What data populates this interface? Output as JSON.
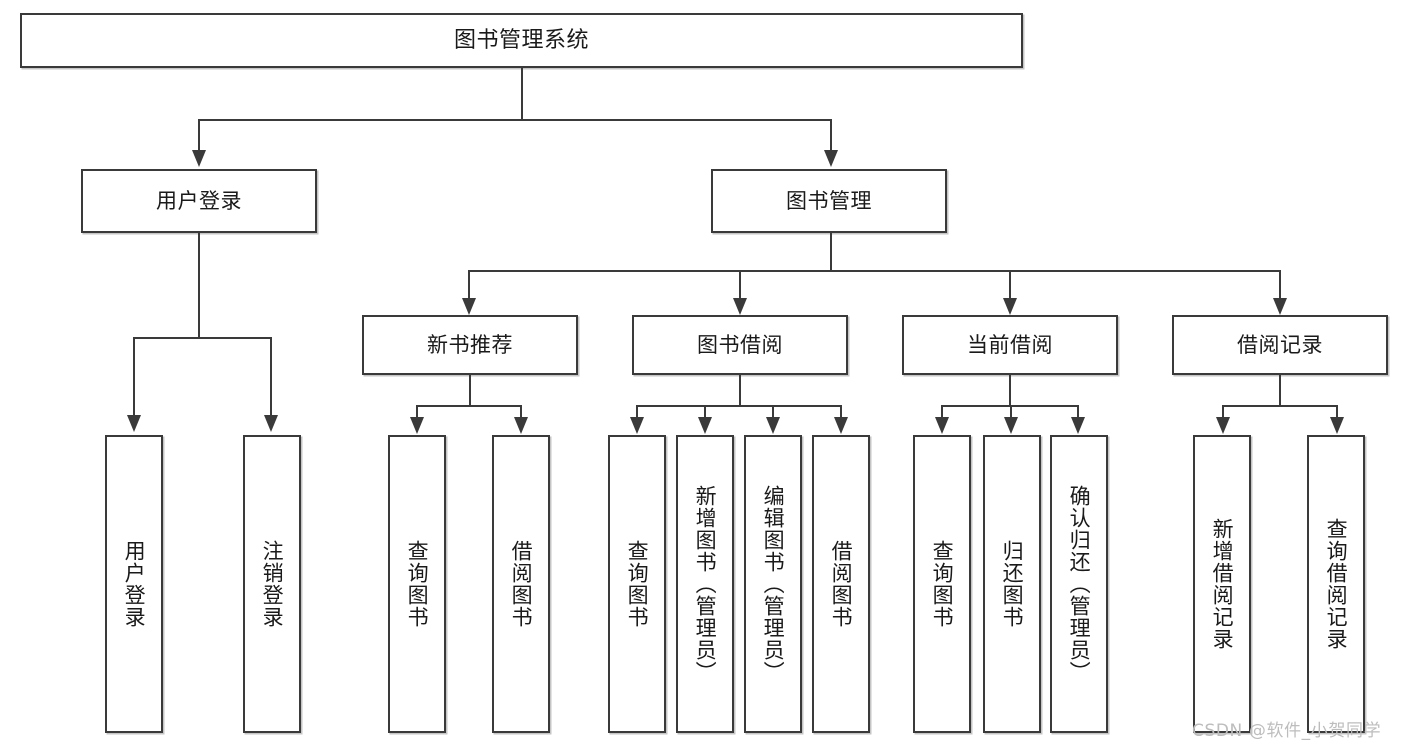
{
  "diagram": {
    "title": "图书管理系统",
    "type": "functional-structure-tree",
    "watermark": "CSDN @软件_小贺同学",
    "colors": {
      "box_border": "#3a3a3a",
      "box_fill": "#ffffff",
      "connector": "#3a3a3a",
      "text": "#1a1a1a",
      "watermark": "#bdbdbd",
      "background": "#ffffff"
    },
    "root": {
      "label": "图书管理系统"
    },
    "level2": [
      {
        "label": "用户登录"
      },
      {
        "label": "图书管理"
      }
    ],
    "level3": [
      {
        "label": "新书推荐"
      },
      {
        "label": "图书借阅"
      },
      {
        "label": "当前借阅"
      },
      {
        "label": "借阅记录"
      }
    ],
    "leaves": {
      "user_login": [
        {
          "label": "用户登录"
        },
        {
          "label": "注销登录"
        }
      ],
      "new_book_recommend": [
        {
          "label": "查询图书"
        },
        {
          "label": "借阅图书"
        }
      ],
      "book_borrow": [
        {
          "label": "查询图书"
        },
        {
          "label": "新增图书（管理员）"
        },
        {
          "label": "编辑图书（管理员）"
        },
        {
          "label": "借阅图书"
        }
      ],
      "current_borrow": [
        {
          "label": "查询图书"
        },
        {
          "label": "归还图书"
        },
        {
          "label": "确认归还（管理员）"
        }
      ],
      "borrow_records": [
        {
          "label": "新增借阅记录"
        },
        {
          "label": "查询借阅记录"
        }
      ]
    }
  }
}
